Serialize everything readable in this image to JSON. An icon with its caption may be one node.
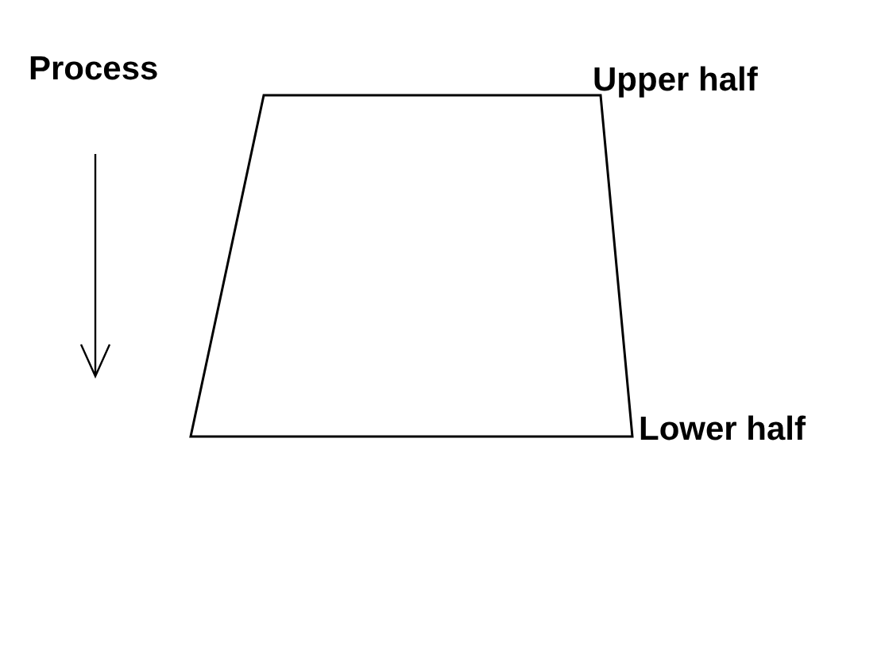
{
  "diagram": {
    "nodes": [
      {
        "text": [],
        "shape": "trapezoid"
      }
    ],
    "labels": [
      "Process",
      "Upper half",
      "Lower half"
    ]
  }
}
